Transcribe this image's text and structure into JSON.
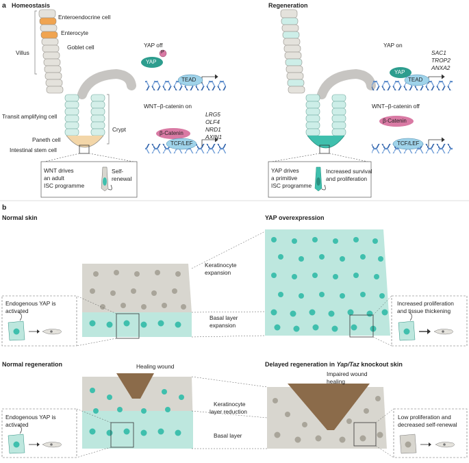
{
  "panel_a": {
    "letter": "a",
    "homeostasis": {
      "title": "Homeostasis",
      "labels": {
        "enteroendocrine": "Enteroendocrine cell",
        "enterocyte": "Enterocyte",
        "goblet": "Goblet cell",
        "villus": "Villus",
        "transit": "Transit amplifying cell",
        "crypt": "Crypt",
        "paneth": "Paneth cell",
        "isc": "Intestinal stem cell"
      },
      "yap_state": "YAP off",
      "yap": "YAP",
      "p": "P",
      "tead": "TEAD",
      "wnt_state": "WNT–β-catenin on",
      "beta_catenin": "β-Catenin",
      "tcf": "TCF/LEF",
      "wnt_genes": [
        "LRG5",
        "OLF4",
        "NRD1",
        "AXIN1"
      ],
      "box_text": [
        "WNT drives",
        "an adult",
        "ISC programme"
      ],
      "box_side": [
        "Self-",
        "renewal"
      ]
    },
    "regeneration": {
      "title": "Regeneration",
      "yap_state": "YAP on",
      "yap": "YAP",
      "tead": "TEAD",
      "yap_genes": [
        "SAC1",
        "TROP2",
        "ANXA2"
      ],
      "wnt_state": "WNT–β-catenin off",
      "beta_catenin": "β-Catenin",
      "tcf": "TCF/LEF",
      "box_text": [
        "YAP drives",
        "a primitive",
        "ISC programme"
      ],
      "box_side": [
        "Increased survival",
        "and proliferation"
      ]
    }
  },
  "panel_b": {
    "letter": "b",
    "normal_skin": {
      "title": "Normal skin",
      "callout": [
        "Endogenous YAP is",
        "activated"
      ]
    },
    "yap_over": {
      "title": "YAP overexpression",
      "callout": [
        "Increased proliferation",
        "and tissue thickening"
      ]
    },
    "mid_top": {
      "keratinocyte": [
        "Keratinocyte",
        "expansion"
      ],
      "basal": [
        "Basal layer",
        "expansion"
      ]
    },
    "normal_regen": {
      "title": "Normal regeneration",
      "wound": "Healing wound",
      "callout": [
        "Endogenous YAP is",
        "activated"
      ]
    },
    "delayed": {
      "title": "Delayed regeneration in",
      "title_italic": "Yap/Taz",
      "title_end": "knockout skin",
      "wound": [
        "Impaired wound",
        "healing"
      ],
      "callout": [
        "Low proliferation and",
        "decreased self-renewal"
      ]
    },
    "mid_bottom": {
      "keratinocyte": [
        "Keratinocyte",
        "layer reduction"
      ],
      "basal": [
        "Basal layer"
      ]
    }
  },
  "colors": {
    "teal": "#3fbfad",
    "teal_light": "#cdeee8",
    "grey_cell": "#dcdad3",
    "grey_nucleus": "#a9a59a",
    "orange": "#f0a450",
    "pink": "#d97aa4",
    "blue": "#9fd3ea",
    "dna": "#2c5fa8",
    "wound": "#8b6b4a"
  }
}
